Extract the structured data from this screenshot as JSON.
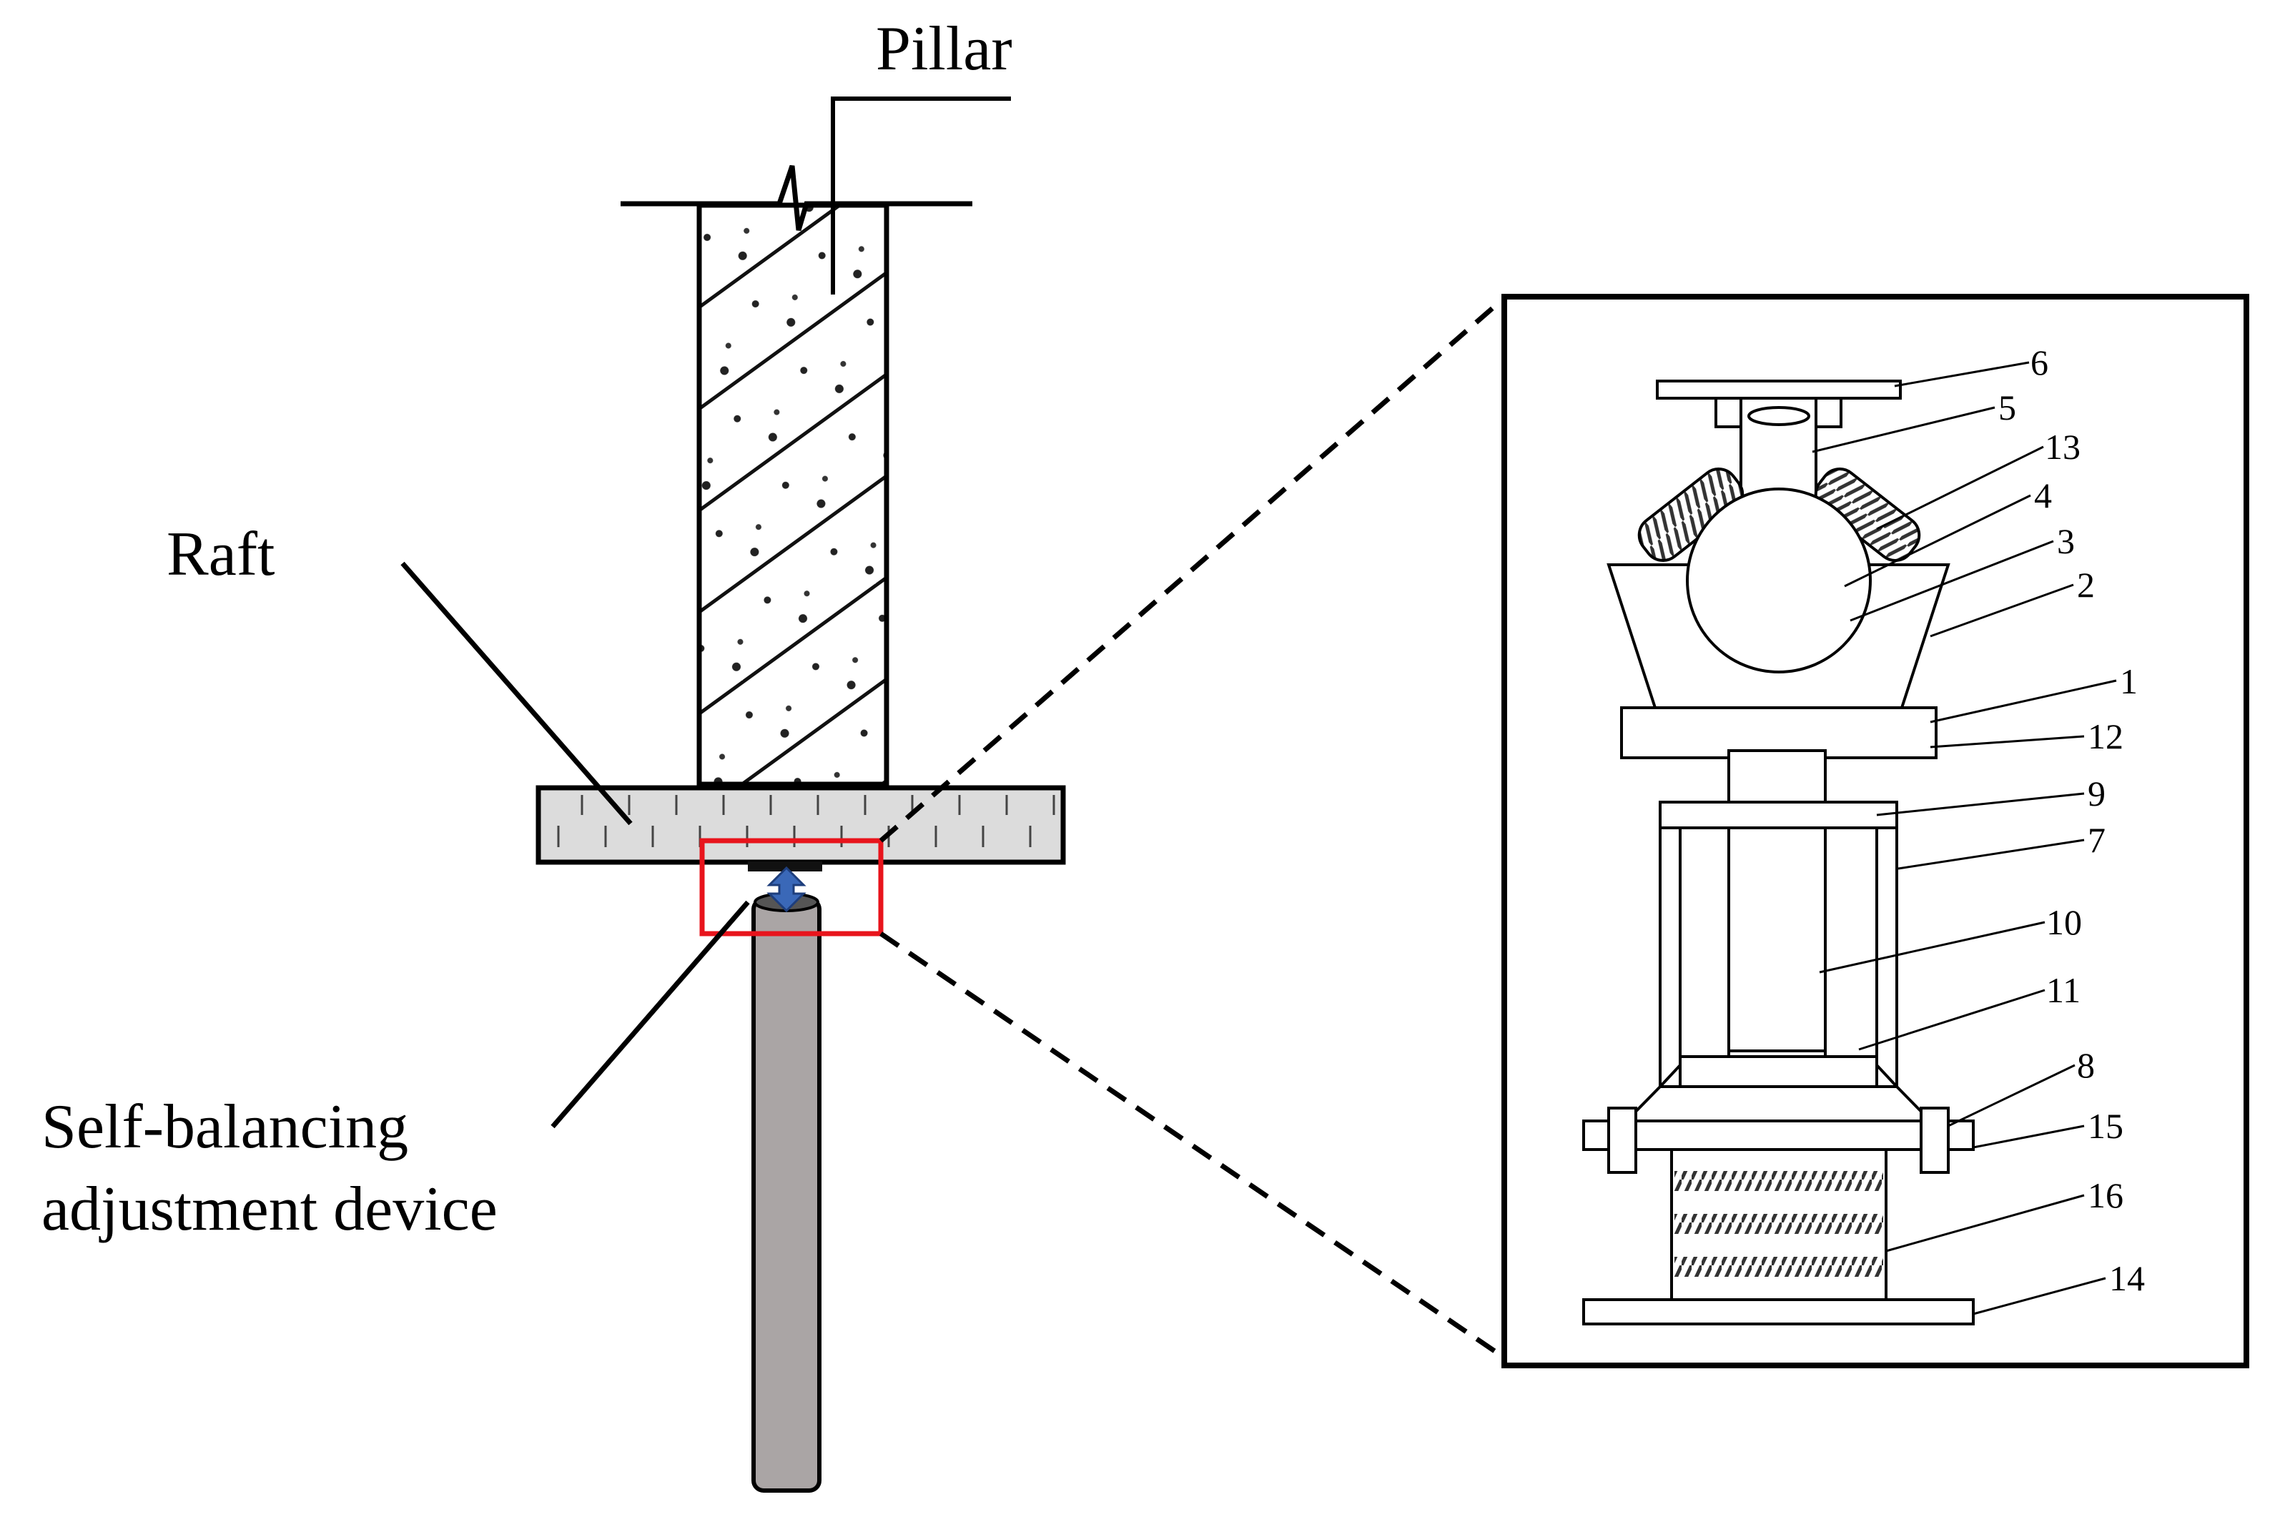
{
  "labels": {
    "pillar": "Pillar",
    "raft": "Raft",
    "device_line1": "Self-balancing",
    "device_line2": "adjustment device"
  },
  "parts": [
    "6",
    "5",
    "13",
    "4",
    "3",
    "2",
    "1",
    "12",
    "9",
    "7",
    "10",
    "11",
    "8",
    "15",
    "16",
    "14"
  ],
  "colors": {
    "highlight_box": "#e8141c",
    "arrow": "#3a68b8",
    "pile": "#aaa5a5",
    "raft_fill": "#dcdcdc"
  }
}
